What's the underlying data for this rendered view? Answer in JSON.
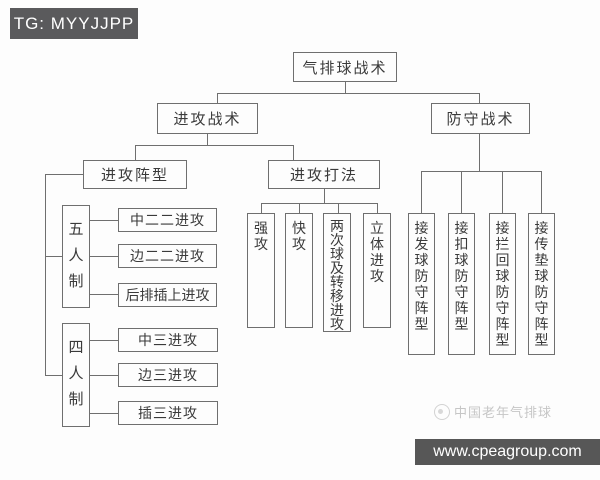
{
  "badge": {
    "text": "TG: MYYJJPP"
  },
  "watermark": {
    "logo": "wechat-logo",
    "text": "中国老年气排球"
  },
  "url_bar": {
    "text": "www.cpeagroup.com"
  },
  "colors": {
    "line": "#6f6f6f",
    "text": "#3a3a3a",
    "badge_bg": "#5a5a5c",
    "url_bg": "#575757",
    "watermark": "#c6c6c6"
  },
  "tree": {
    "root": "气排球战术",
    "offense": {
      "label": "进攻战术",
      "formation": {
        "label": "进攻阵型",
        "five_person": {
          "label": "五人制",
          "children": [
            "中二二进攻",
            "边二二进攻",
            "后排插上进攻"
          ]
        },
        "four_person": {
          "label": "四人制",
          "children": [
            "中三进攻",
            "边三进攻",
            "插三进攻"
          ]
        }
      },
      "methods": {
        "label": "进攻打法",
        "children": [
          "强攻",
          "快攻",
          "两次球及转移进攻",
          "立体进攻"
        ]
      }
    },
    "defense": {
      "label": "防守战术",
      "children": [
        "接发球防守阵型",
        "接扣球防守阵型",
        "接拦回球防守阵型",
        "接传垫球防守阵型"
      ]
    }
  }
}
